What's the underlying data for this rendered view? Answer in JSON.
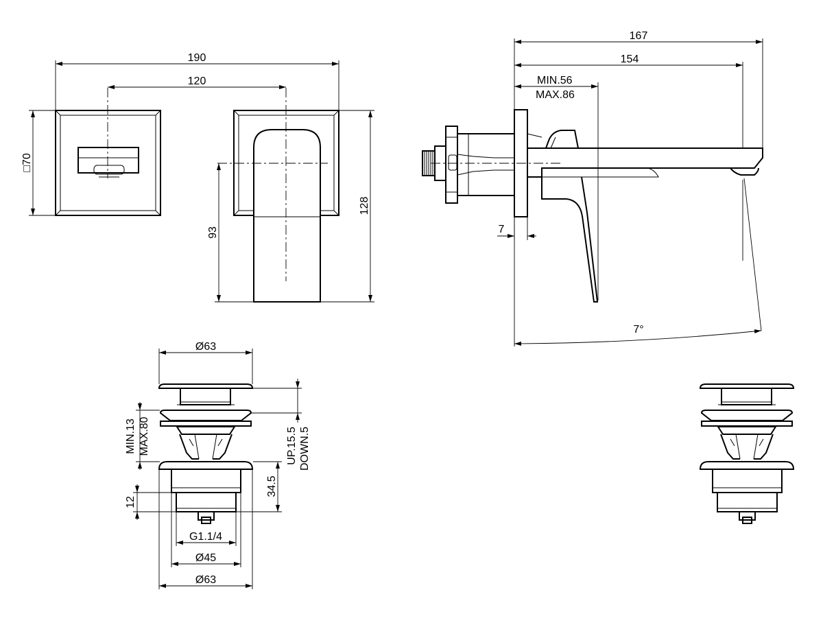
{
  "front_view": {
    "dim_overall_width": "190",
    "dim_centers": "120",
    "dim_plate_square": "□70",
    "dim_spout_height": "93",
    "dim_plate_height": "128"
  },
  "side_view": {
    "dim_total_projection": "167",
    "dim_spout_projection": "154",
    "dim_wall_min": "MIN.56",
    "dim_wall_max": "MAX.86",
    "dim_plate_thickness": "7",
    "dim_angle": "7°"
  },
  "waste_detail": {
    "dim_cap_diameter": "Ø63",
    "dim_min_max_line1": "MIN.13",
    "dim_min_max_line2": "MAX.80",
    "dim_travel_line1": "UP.15.5",
    "dim_travel_line2": "DOWN.5",
    "dim_body_height": "34.5",
    "dim_thread_height": "12",
    "dim_thread": "G1.1/4",
    "dim_body_diameter": "Ø45",
    "dim_flange_diameter": "Ø63"
  }
}
